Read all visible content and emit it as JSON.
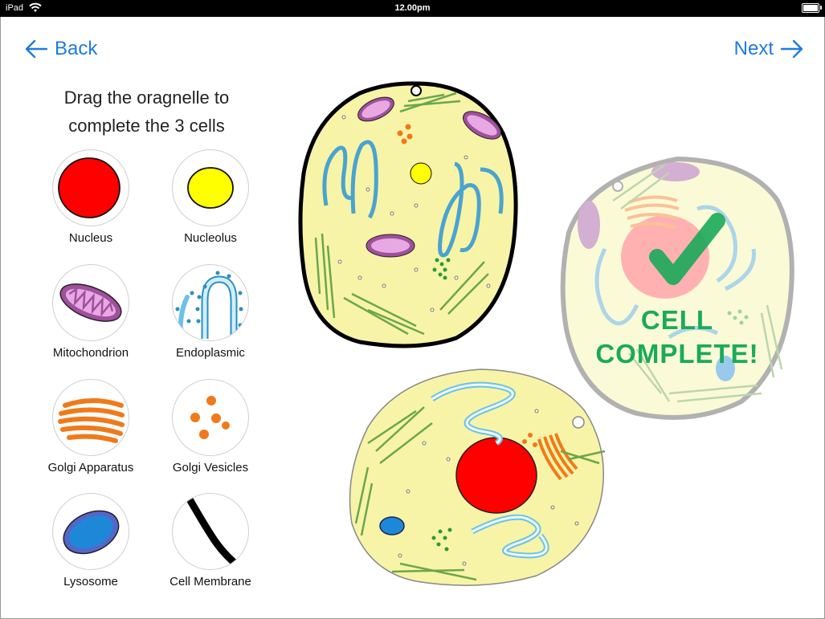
{
  "statusbar": {
    "device": "iPad",
    "time": "12.00pm"
  },
  "nav": {
    "back_label": "Back",
    "next_label": "Next"
  },
  "instructions": {
    "line1": "Drag the oragnelle to",
    "line2": "complete the 3 cells"
  },
  "organelles": [
    {
      "label": "Nucleus"
    },
    {
      "label": "Nucleolus"
    },
    {
      "label": "Mitochondrion"
    },
    {
      "label": "Endoplasmic"
    },
    {
      "label": "Golgi Apparatus"
    },
    {
      "label": "Golgi Vesicles"
    },
    {
      "label": "Lysosome"
    },
    {
      "label": "Cell Membrane"
    }
  ],
  "cells": {
    "completed_message_line1": "CELL",
    "completed_message_line2": "COMPLETE!"
  },
  "colors": {
    "accent": "#1f7ae0",
    "cytoplasm": "#f7f4a8",
    "nucleus": "#ff0000",
    "nucleolus": "#ffff00",
    "mitochondrion": "#a0509c",
    "er": "#6ec1e4",
    "golgi": "#f07a1a",
    "lysosome": "#1e88d8",
    "complete": "#1aaa5a"
  }
}
